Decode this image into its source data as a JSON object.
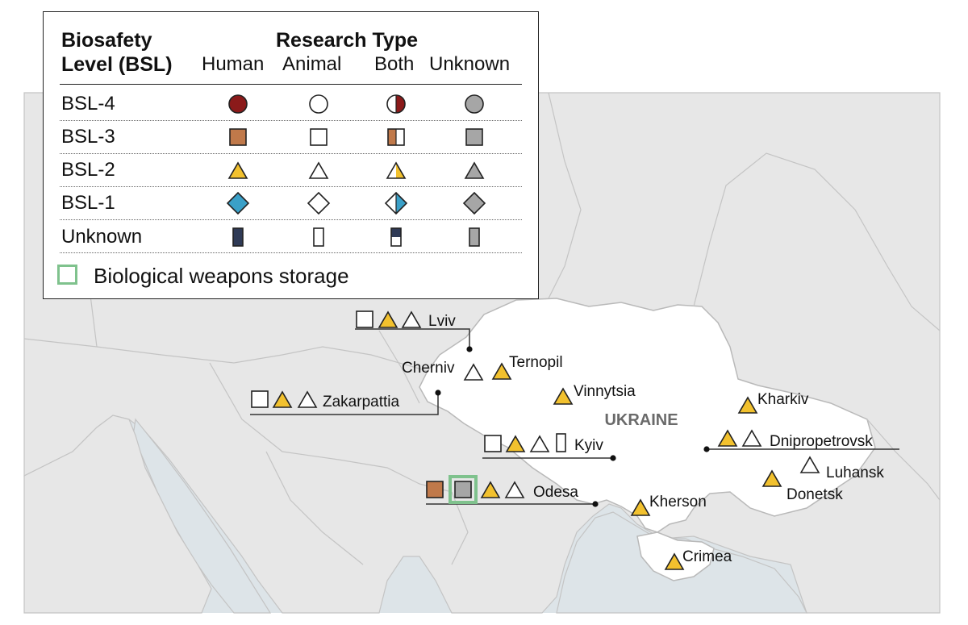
{
  "legend": {
    "bsl_title_line1": "Biosafety",
    "bsl_title_line2": "Level (BSL)",
    "research_type_title": "Research Type",
    "columns": [
      "Human",
      "Animal",
      "Both",
      "Unknown"
    ],
    "rows": [
      "BSL-4",
      "BSL-3",
      "BSL-2",
      "BSL-1",
      "Unknown"
    ],
    "storage_label": "Biological weapons storage",
    "colors": {
      "bsl4": "#8b1a1a",
      "bsl3": "#c0794a",
      "bsl2": "#f2c12e",
      "bsl1": "#3aa0c8",
      "unknown": "#2f3a56",
      "unknown_type": "#a6a6a6",
      "storage": "#7fc28d"
    }
  },
  "map": {
    "country_label": "UKRAINE",
    "colors": {
      "sea": "#dde4e8",
      "land": "#e7e7e7",
      "ukraine": "#ffffff",
      "border": "#b9b9b9"
    },
    "locations": [
      {
        "name": "Lviv",
        "markers": [
          "bsl3-animal",
          "bsl2-human",
          "bsl2-animal"
        ]
      },
      {
        "name": "Cherniv",
        "markers": [
          "bsl2-animal"
        ]
      },
      {
        "name": "Ternopil",
        "markers": [
          "bsl2-human"
        ]
      },
      {
        "name": "Vinnytsia",
        "markers": [
          "bsl2-human"
        ]
      },
      {
        "name": "Zakarpattia",
        "markers": [
          "bsl3-animal",
          "bsl2-human",
          "bsl2-animal"
        ]
      },
      {
        "name": "Kyiv",
        "markers": [
          "bsl3-animal",
          "bsl2-human",
          "bsl2-animal",
          "unknown-animal"
        ]
      },
      {
        "name": "Odesa",
        "markers": [
          "bsl3-human",
          "bsl3-unknown-storage",
          "bsl2-human",
          "bsl2-animal"
        ]
      },
      {
        "name": "Kherson",
        "markers": [
          "bsl2-human"
        ]
      },
      {
        "name": "Crimea",
        "markers": [
          "bsl2-human"
        ]
      },
      {
        "name": "Kharkiv",
        "markers": [
          "bsl2-human"
        ]
      },
      {
        "name": "Dnipropetrovsk",
        "markers": [
          "bsl2-human",
          "bsl2-animal"
        ]
      },
      {
        "name": "Luhansk",
        "markers": [
          "bsl2-animal"
        ]
      },
      {
        "name": "Donetsk",
        "markers": [
          "bsl2-human"
        ]
      }
    ]
  }
}
